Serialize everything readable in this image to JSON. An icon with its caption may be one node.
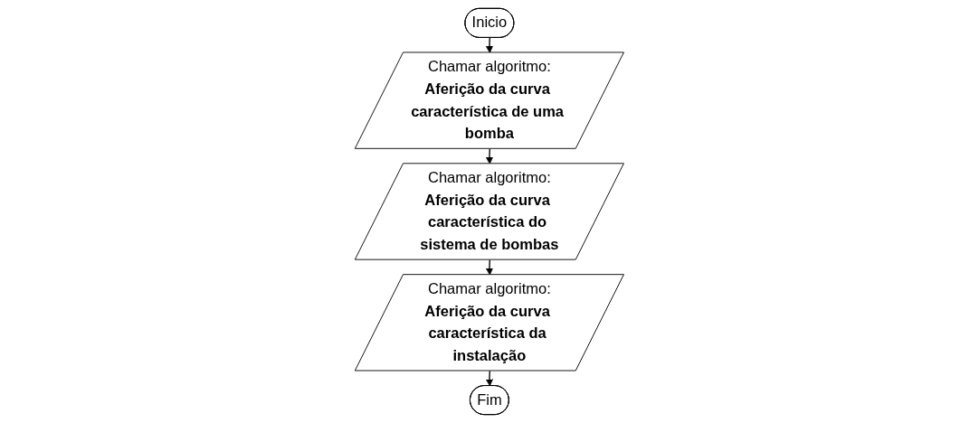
{
  "diagram": {
    "nodes": [
      {
        "text": [
          "Inicio"
        ]
      },
      {
        "text": [
          "Chamar algoritmo:",
          "Aferição da curva característica de uma bomba"
        ]
      },
      {
        "text": [
          "Chamar algoritmo:",
          "Aferição da curva característica do sistema de bombas"
        ]
      },
      {
        "text": [
          "Chamar algoritmo:",
          "Aferição da curva característica da instalação"
        ]
      },
      {
        "text": [
          "Fim"
        ]
      }
    ],
    "edges": [
      {
        "from": 0,
        "to": 1,
        "arrow": "to"
      },
      {
        "from": 1,
        "to": 2,
        "arrow": "to"
      },
      {
        "from": 2,
        "to": 3,
        "arrow": "to"
      },
      {
        "from": 3,
        "to": 4,
        "arrow": "to"
      }
    ]
  }
}
